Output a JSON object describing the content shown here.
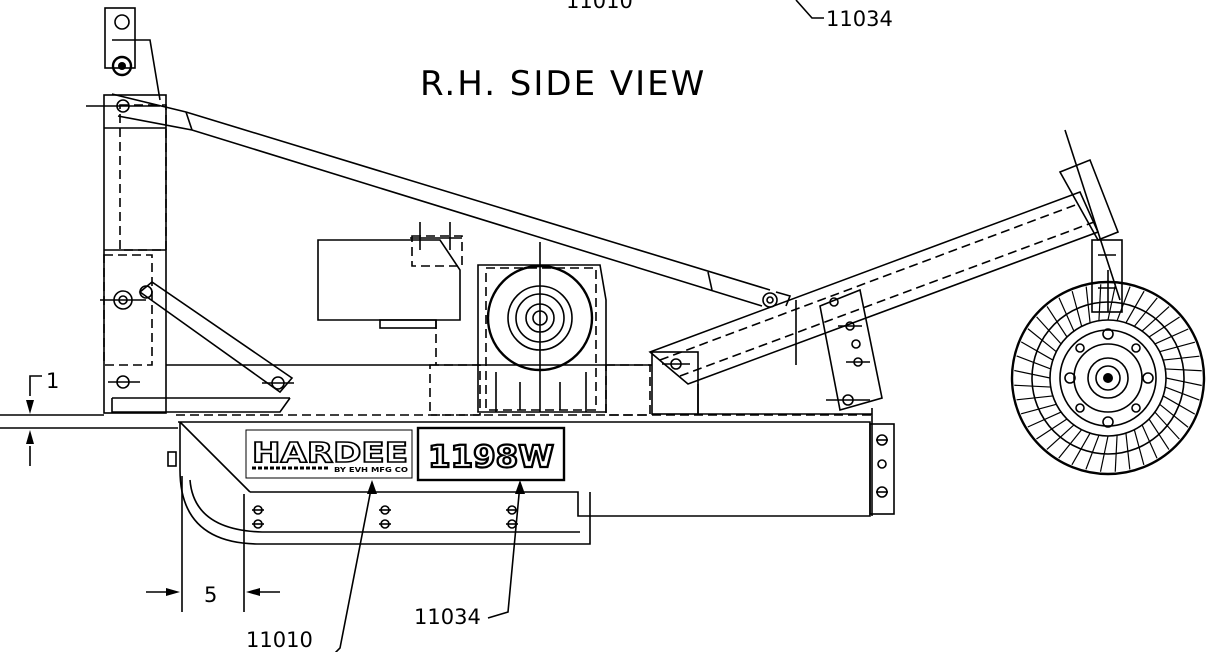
{
  "view_title": "R.H. SIDE VIEW",
  "callouts": {
    "top_left_partial": "11010",
    "top_right": "11034",
    "bottom_left": "11010",
    "bottom_right": "11034"
  },
  "dimensions": {
    "left_gap": "1",
    "skid_offset": "5"
  },
  "decals": {
    "brand_logo": "HARDEE",
    "brand_subline": "BY EVH MFG CO",
    "model_number": "1198W"
  }
}
